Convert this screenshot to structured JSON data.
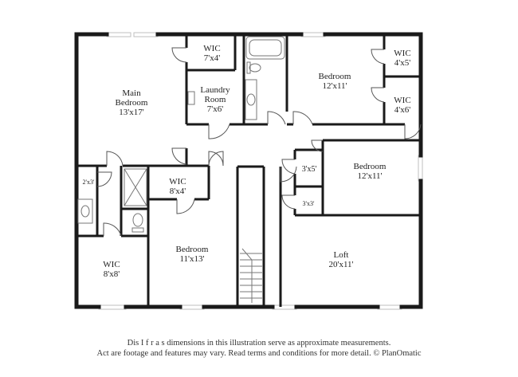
{
  "rooms": [
    {
      "id": "main-bedroom",
      "name": "Main\nBedroom",
      "dims": "13'x17'"
    },
    {
      "id": "wic-7x4",
      "name": "WIC",
      "dims": "7'x4'"
    },
    {
      "id": "laundry",
      "name": "Laundry\nRoom",
      "dims": "7'x6'"
    },
    {
      "id": "bedroom-top",
      "name": "Bedroom",
      "dims": "12'x11'"
    },
    {
      "id": "wic-4x5",
      "name": "WIC",
      "dims": "4'x5'"
    },
    {
      "id": "wic-4x6",
      "name": "WIC",
      "dims": "4'x6'"
    },
    {
      "id": "closet-3x5",
      "name": "",
      "dims": "3'x5'"
    },
    {
      "id": "bedroom-right",
      "name": "Bedroom",
      "dims": "12'x11'"
    },
    {
      "id": "closet-2x3",
      "name": "",
      "dims": "2'x3'"
    },
    {
      "id": "wic-8x4",
      "name": "WIC",
      "dims": "8'x4'"
    },
    {
      "id": "closet-3x3",
      "name": "",
      "dims": "3'x3'"
    },
    {
      "id": "wic-8x8",
      "name": "WIC",
      "dims": "8'x8'"
    },
    {
      "id": "bedroom-bottom",
      "name": "Bedroom",
      "dims": "11'x13'"
    },
    {
      "id": "loft",
      "name": "Loft",
      "dims": "20'x11'"
    }
  ],
  "disclaimer": {
    "line1": "Dis   I  f  r  a  s   dimensions in this illustration serve as approximate measurements.",
    "line2": "Act   are footage and features may vary. Read terms and conditions for more detail. © PlanOmatic"
  },
  "colors": {
    "wall": "#1a1a1a",
    "window": "#bfbfbf",
    "fixture": "#777777"
  }
}
